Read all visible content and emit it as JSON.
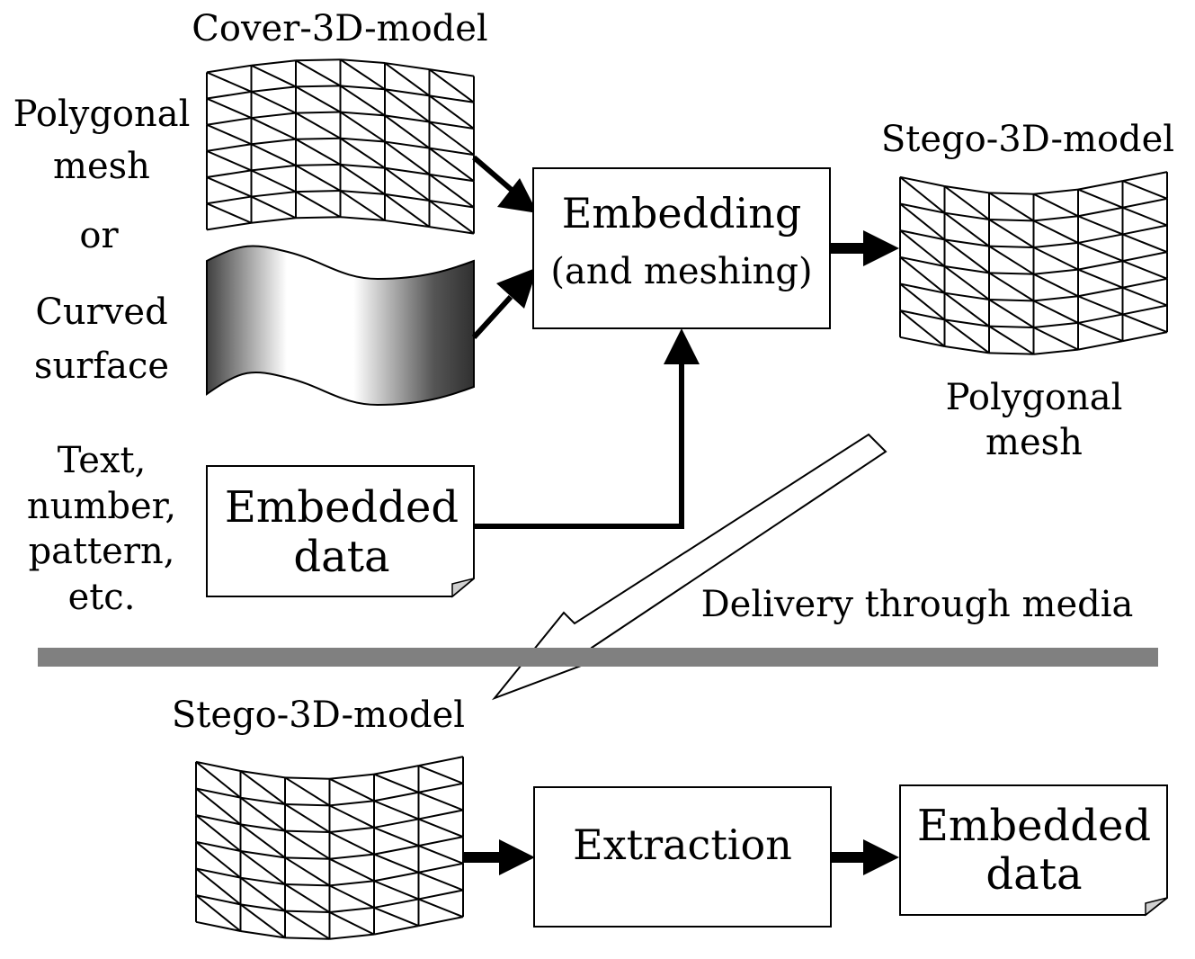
{
  "top": {
    "cover_title": "Cover-3D-model",
    "left_labels": {
      "polygonal": "Polygonal",
      "mesh": "mesh",
      "or": "or",
      "curved": "Curved",
      "surface": "surface"
    },
    "data_types": {
      "line1": "Text,",
      "line2": "number,",
      "line3": "pattern,",
      "line4": "etc."
    },
    "embedded_data_doc": {
      "line1": "Embedded",
      "line2": "data"
    },
    "embedding_box": {
      "line1": "Embedding",
      "line2": "(and meshing)"
    },
    "stego_title": "Stego-3D-model",
    "stego_caption": {
      "line1": "Polygonal",
      "line2": "mesh"
    },
    "delivery_label": "Delivery through media"
  },
  "bottom": {
    "stego_title": "Stego-3D-model",
    "extraction_box": "Extraction",
    "result_doc": {
      "line1": "Embedded",
      "line2": "data"
    }
  },
  "colors": {
    "divider": "#808080",
    "stroke": "#000000",
    "doc_fold": "#d0d0d0",
    "surface_dark": "#404040",
    "surface_light": "#ffffff"
  }
}
